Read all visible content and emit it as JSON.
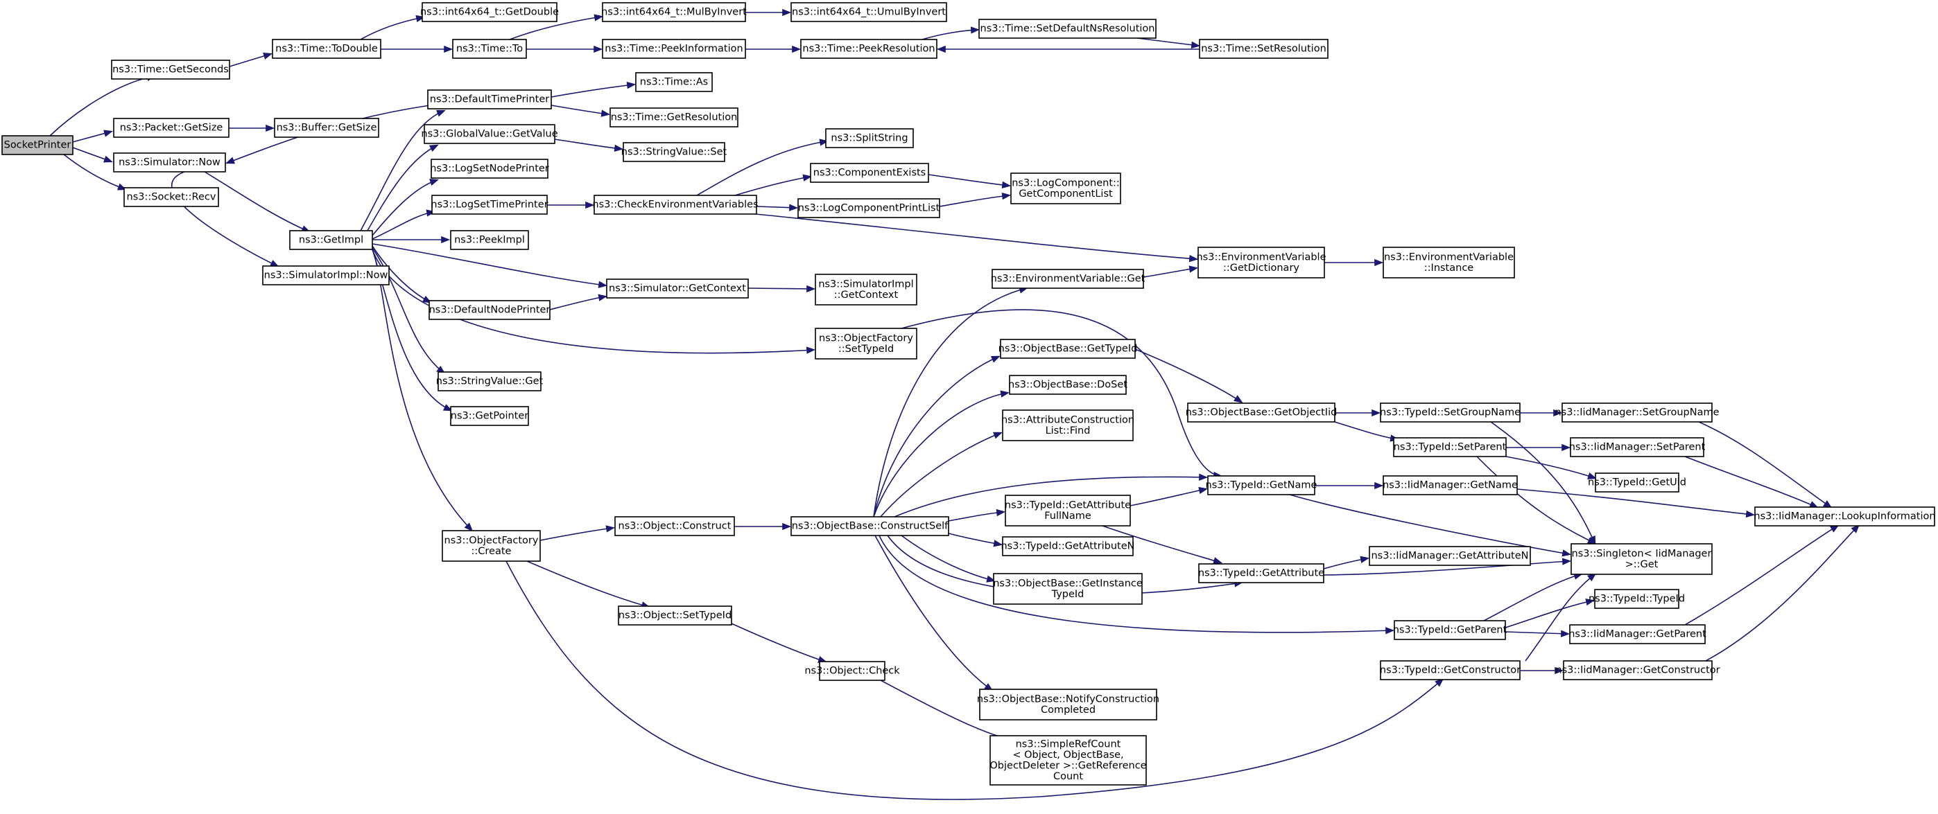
{
  "colors": {
    "edge": "#191970",
    "node_border": "#000000",
    "root_fill": "#bfbfbf",
    "background": "#ffffff"
  },
  "nodes": {
    "socketprinter": "SocketPrinter",
    "time_getseconds": "ns3::Time::GetSeconds",
    "packet_getsize": "ns3::Packet::GetSize",
    "simulator_now": "ns3::Simulator::Now",
    "socket_recv": "ns3::Socket::Recv",
    "getimpl": "ns3::GetImpl",
    "simulatorimpl_now": "ns3::SimulatorImpl::Now",
    "time_todouble": "ns3::Time::ToDouble",
    "int64_getdouble": "ns3::int64x64_t::GetDouble",
    "time_to": "ns3::Time::To",
    "int64_mulbyinvert": "ns3::int64x64_t::MulByInvert",
    "int64_umulbyinvert": "ns3::int64x64_t::UmulByInvert",
    "time_peekinformation": "ns3::Time::PeekInformation",
    "time_peekresolution": "ns3::Time::PeekResolution",
    "time_setdefaultnsresolution": "ns3::Time::SetDefaultNsResolution",
    "time_setresolution": "ns3::Time::SetResolution",
    "buffer_getsize": "ns3::Buffer::GetSize",
    "defaulttimeprinter": "ns3::DefaultTimePrinter",
    "time_as": "ns3::Time::As",
    "time_getresolution": "ns3::Time::GetResolution",
    "globalvalue_getvalue": "ns3::GlobalValue::GetValue",
    "stringvalue_set": "ns3::StringValue::Set",
    "logsetnodeprinter": "ns3::LogSetNodePrinter",
    "logsettimeprinter": "ns3::LogSetTimePrinter",
    "checkenvironmentvariables": "ns3::CheckEnvironmentVariables",
    "peekimpl": "ns3::PeekImpl",
    "splitstring": "ns3::SplitString",
    "componentexists": "ns3::ComponentExists",
    "logcomponentprintlist": "ns3::LogComponentPrintList",
    "logcomponent_getcomponentlist": [
      "ns3::LogComponent::",
      "GetComponentList"
    ],
    "environmentvariable_getdictionary": [
      "ns3::EnvironmentVariable",
      "::GetDictionary"
    ],
    "environmentvariable_instance": [
      "ns3::EnvironmentVariable",
      "::Instance"
    ],
    "defaultnodeprinter": "ns3::DefaultNodePrinter",
    "simulator_getcontext": "ns3::Simulator::GetContext",
    "simulatorimpl_getcontext": [
      "ns3::SimulatorImpl",
      "::GetContext"
    ],
    "environmentvariable_get": "ns3::EnvironmentVariable::Get",
    "objectfactory_settypeid": [
      "ns3::ObjectFactory",
      "::SetTypeId"
    ],
    "stringvalue_get": "ns3::StringValue::Get",
    "getpointer": "ns3::GetPointer",
    "objectbase_gettypeid": "ns3::ObjectBase::GetTypeId",
    "objectbase_doset": "ns3::ObjectBase::DoSet",
    "attributeconstructionlist_find": [
      "ns3::AttributeConstruction",
      "List::Find"
    ],
    "objectbase_getobjectiid": "ns3::ObjectBase::GetObjectIid",
    "typeid_setgroupname": "ns3::TypeId::SetGroupName",
    "iidmanager_setgroupname": "ns3::IidManager::SetGroupName",
    "typeid_setparent": "ns3::TypeId::SetParent",
    "iidmanager_setparent": "ns3::IidManager::SetParent",
    "typeid_getuid": "ns3::TypeId::GetUid",
    "typeid_getname": "ns3::TypeId::GetName",
    "iidmanager_getname": "ns3::IidManager::GetName",
    "iidmanager_lookupinformation": "ns3::IidManager::LookupInformation",
    "objectfactory_create": [
      "ns3::ObjectFactory",
      "::Create"
    ],
    "object_construct": "ns3::Object::Construct",
    "objectbase_constructself": "ns3::ObjectBase::ConstructSelf",
    "typeid_getattributefullname": [
      "ns3::TypeId::GetAttribute",
      "FullName"
    ],
    "typeid_getattributen": "ns3::TypeId::GetAttributeN",
    "objectbase_getinstancetypeid": [
      "ns3::ObjectBase::GetInstance",
      "TypeId"
    ],
    "typeid_getattribute": "ns3::TypeId::GetAttribute",
    "iidmanager_getattributen": "ns3::IidManager::GetAttributeN",
    "singleton_get": [
      "ns3::Singleton< IidManager",
      " >::Get"
    ],
    "typeid_typeid": "ns3::TypeId::TypeId",
    "typeid_getparent": "ns3::TypeId::GetParent",
    "iidmanager_getparent": "ns3::IidManager::GetParent",
    "object_settypeid": "ns3::Object::SetTypeId",
    "object_check": "ns3::Object::Check",
    "typeid_getconstructor": "ns3::TypeId::GetConstructor",
    "iidmanager_getconstructor": "ns3::IidManager::GetConstructor",
    "objectbase_notifyconstructioncompleted": [
      "ns3::ObjectBase::NotifyConstruction",
      "Completed"
    ],
    "simplerefcount_getreferencecount": [
      "ns3::SimpleRefCount",
      "< Object, ObjectBase,",
      " ObjectDeleter >::GetReference",
      "Count"
    ]
  }
}
